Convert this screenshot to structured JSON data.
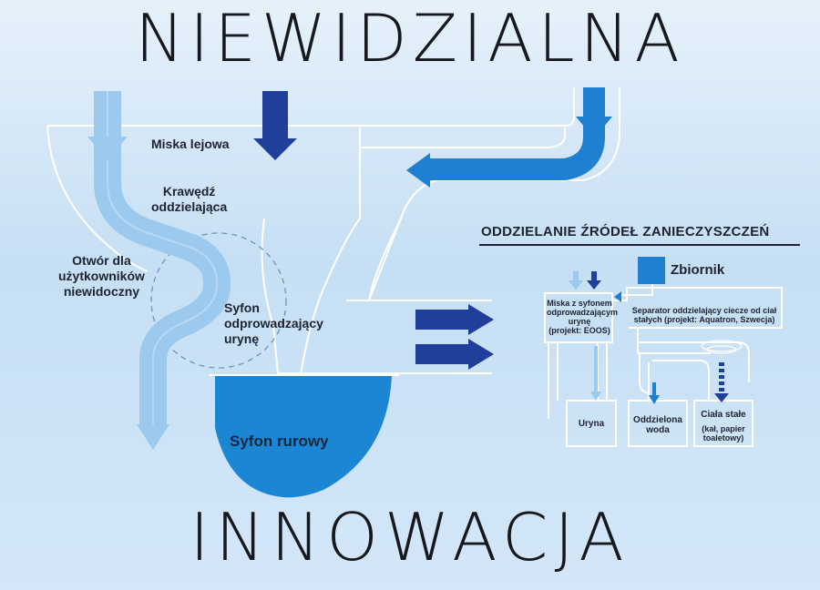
{
  "title_top": "NIEWIDZIALNA",
  "title_bottom": "INNOWACJA",
  "labels": {
    "miska_lejowa": "Miska lejowa",
    "krawedz": "Krawędź\noddzielająca",
    "otwor": "Otwór dla\nużytkowników\nniewidoczny",
    "syfon_urine": "Syfon\nodprowadzający\nurynę",
    "syfon_rurowy": "Syfon rurowy"
  },
  "section": {
    "title": "ODDZIELANIE ŹRÓDEŁ ZANIECZYSZCZEŃ",
    "zbiornik": "Zbiornik",
    "miska_syfon": "Miska z syfonem\nodprowadzającym\nurynę\n(projekt: EOOS)",
    "separator": "Separator oddzielający ciecze od ciał\nstałych (projekt: Aquatron, Szwecja)",
    "uryna": "Uryna",
    "woda": "Oddzielona\nwoda",
    "ciala": "Ciała stałe",
    "ciala_note": "(kał, papier\ntoaletowy)"
  },
  "colors": {
    "light_blue": "#9ccaef",
    "mid_blue": "#1f7fd0",
    "dark_blue": "#1f3f9a",
    "outline": "#ffffff",
    "water": "#1a86d4"
  }
}
